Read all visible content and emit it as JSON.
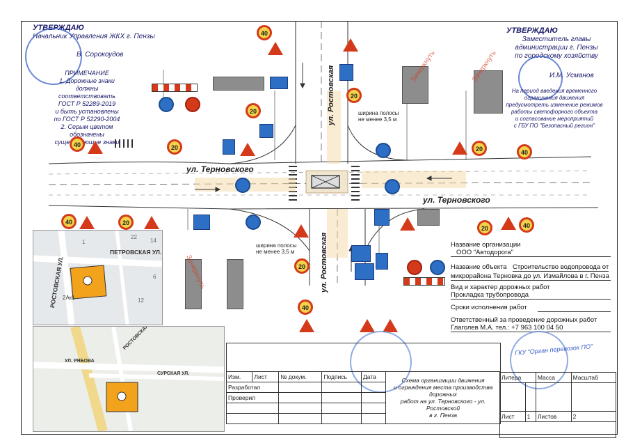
{
  "approve_left": {
    "title": "УТВЕРЖДАЮ",
    "position": "Начальник Управления ЖКХ г. Пензы",
    "name": "В. Сорокоудов"
  },
  "notes": {
    "title": "ПРИМЕЧАНИЕ",
    "lines": [
      "1. Дорожные знаки должны",
      "соответствовать",
      "ГОСТ Р 52289-2019",
      "и быть установлены",
      "по ГОСТ Р 52290-2004",
      "2. Серым цветом обозначены",
      "существующие знаки"
    ]
  },
  "approve_right": {
    "title": "УТВЕРЖДАЮ",
    "position_lines": [
      "Заместитель главы",
      "администрации г. Пензы",
      "по городскому хозяйству"
    ],
    "name": "И.М. Усманов",
    "note_lines": [
      "На период введения временного",
      "ограничения движения",
      "предусмотреть изменение режимов",
      "работы светофорного объекта",
      "и согласование мероприятий",
      "с ГБУ ПО \"Безопасный регион\""
    ]
  },
  "streets": {
    "ternovskogo_left": "ул. Терновского",
    "ternovskogo_right": "ул. Терновского",
    "rostovskaya_top": "ул. Ростовская",
    "rostovskaya_bottom": "ул. Ростовская"
  },
  "lane_notes": {
    "top": [
      "ширина полосы",
      "не менее 3,5 м"
    ],
    "bottom": [
      "ширина полосы",
      "не менее 3,5 м"
    ]
  },
  "stamp_overlay": "Зачеркнуть",
  "speed_limits": [
    "40",
    "20",
    "20",
    "40",
    "20",
    "20",
    "40",
    "40",
    "20",
    "20",
    "40",
    "20",
    "40"
  ],
  "inset_map_top": {
    "streets": [
      "ПЕТРОВСКАЯ УЛ.",
      "РОСТОВСКАЯ УЛ."
    ],
    "marker": "2Ак1",
    "numbers": [
      "1",
      "22",
      "14",
      "6",
      "12"
    ]
  },
  "inset_map_bottom": {
    "streets": [
      "УЛ. РЯБОВА",
      "РОСТОВСКАЯ УЛ.",
      "СУРСКАЯ УЛ."
    ]
  },
  "info": {
    "org_label": "Название организации",
    "org_value": "ООО \"Автодорога\"",
    "object_label": "Название объекта",
    "object_value": "Строительство водопровода от",
    "object_value_2": "микрорайона Терновка до ул. Измайлова в г. Пенза",
    "work_label": "Вид и характер дорожных работ",
    "work_value": "Прокладка трубопровода",
    "term_label": "Сроки исполнения работ",
    "term_value": "",
    "resp_label": "Ответственный за проведение дорожных работ",
    "resp_value": "Глаголев М.А. тел.: +7 963 100 04 50"
  },
  "title_block": {
    "headers": [
      "Изм.",
      "Лист",
      "№ докум.",
      "Подпись",
      "Дата"
    ],
    "row1": "Разработал",
    "row2": "Проверил",
    "description_lines": [
      "Схема организации движения",
      "и ограждения места производства дорожных",
      "работ на ул. Терновского - ул. Ростовской",
      "в г. Пенза"
    ],
    "col_litera": "Литера",
    "col_massa": "Масса",
    "col_masshtab": "Масштаб",
    "sheet_label": "Лист",
    "sheet_value": "1",
    "sheets_label": "Листов",
    "sheets_value": "2"
  },
  "stamp_right_text": "ГКУ \"Орган перевозок ПО\"",
  "colors": {
    "ink": "#1a1a6a",
    "road": "#ffffff",
    "sign_red": "#d43a1a",
    "sign_blue": "#2d6fc4",
    "stamp_blue": "#3a5fc8",
    "map_orange": "#f3a21b"
  }
}
